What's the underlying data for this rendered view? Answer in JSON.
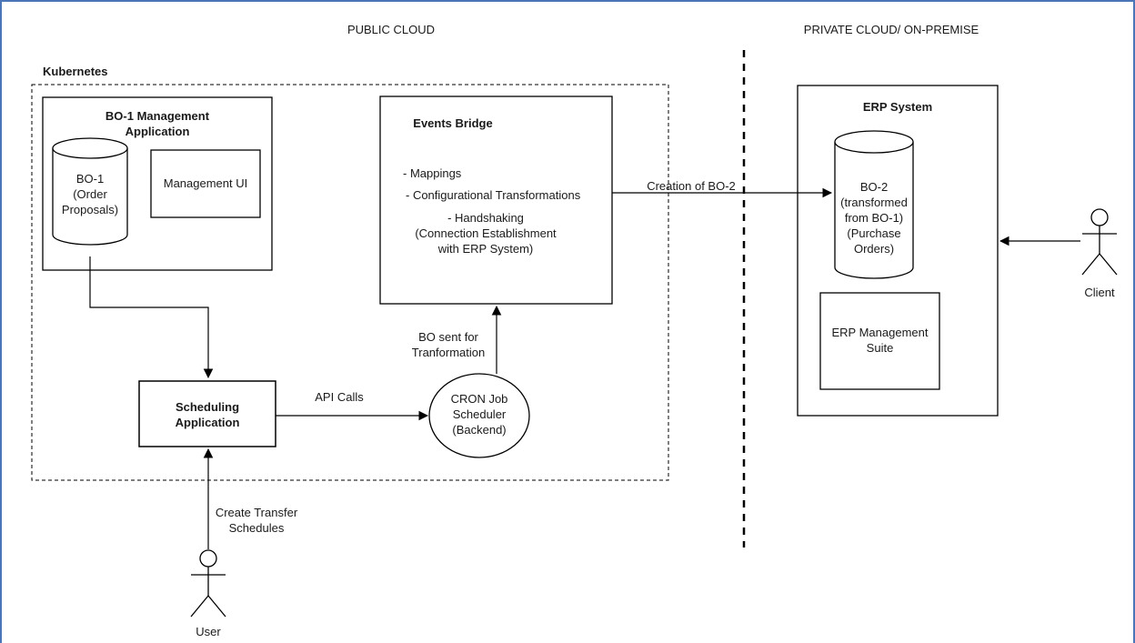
{
  "zones": {
    "public": "PUBLIC CLOUD",
    "private": "PRIVATE CLOUD/ ON-PREMISE"
  },
  "kubernetes": {
    "label": "Kubernetes"
  },
  "mgmt_app": {
    "title": "BO-1 Management\nApplication",
    "db_label": "BO-1\n(Order\nProposals)",
    "ui_label": "Management UI"
  },
  "events_bridge": {
    "title": "Events Bridge",
    "items": [
      "- Mappings",
      "- Configurational Transformations",
      "- Handshaking\n(Connection Establishment\nwith ERP System)"
    ]
  },
  "scheduling_app": {
    "label": "Scheduling\nApplication"
  },
  "cron": {
    "label": "CRON Job\nScheduler\n(Backend)"
  },
  "erp": {
    "title": "ERP System",
    "db_label": "BO-2\n(transformed\nfrom BO-1)\n(Purchase\nOrders)",
    "suite_label": "ERP Management\nSuite"
  },
  "edges": {
    "api_calls": "API Calls",
    "bo_sent": "BO sent for\nTranformation",
    "creation": "Creation of BO-2",
    "create_schedules": "Create Transfer\nSchedules"
  },
  "actors": {
    "user": "User",
    "client": "Client"
  }
}
